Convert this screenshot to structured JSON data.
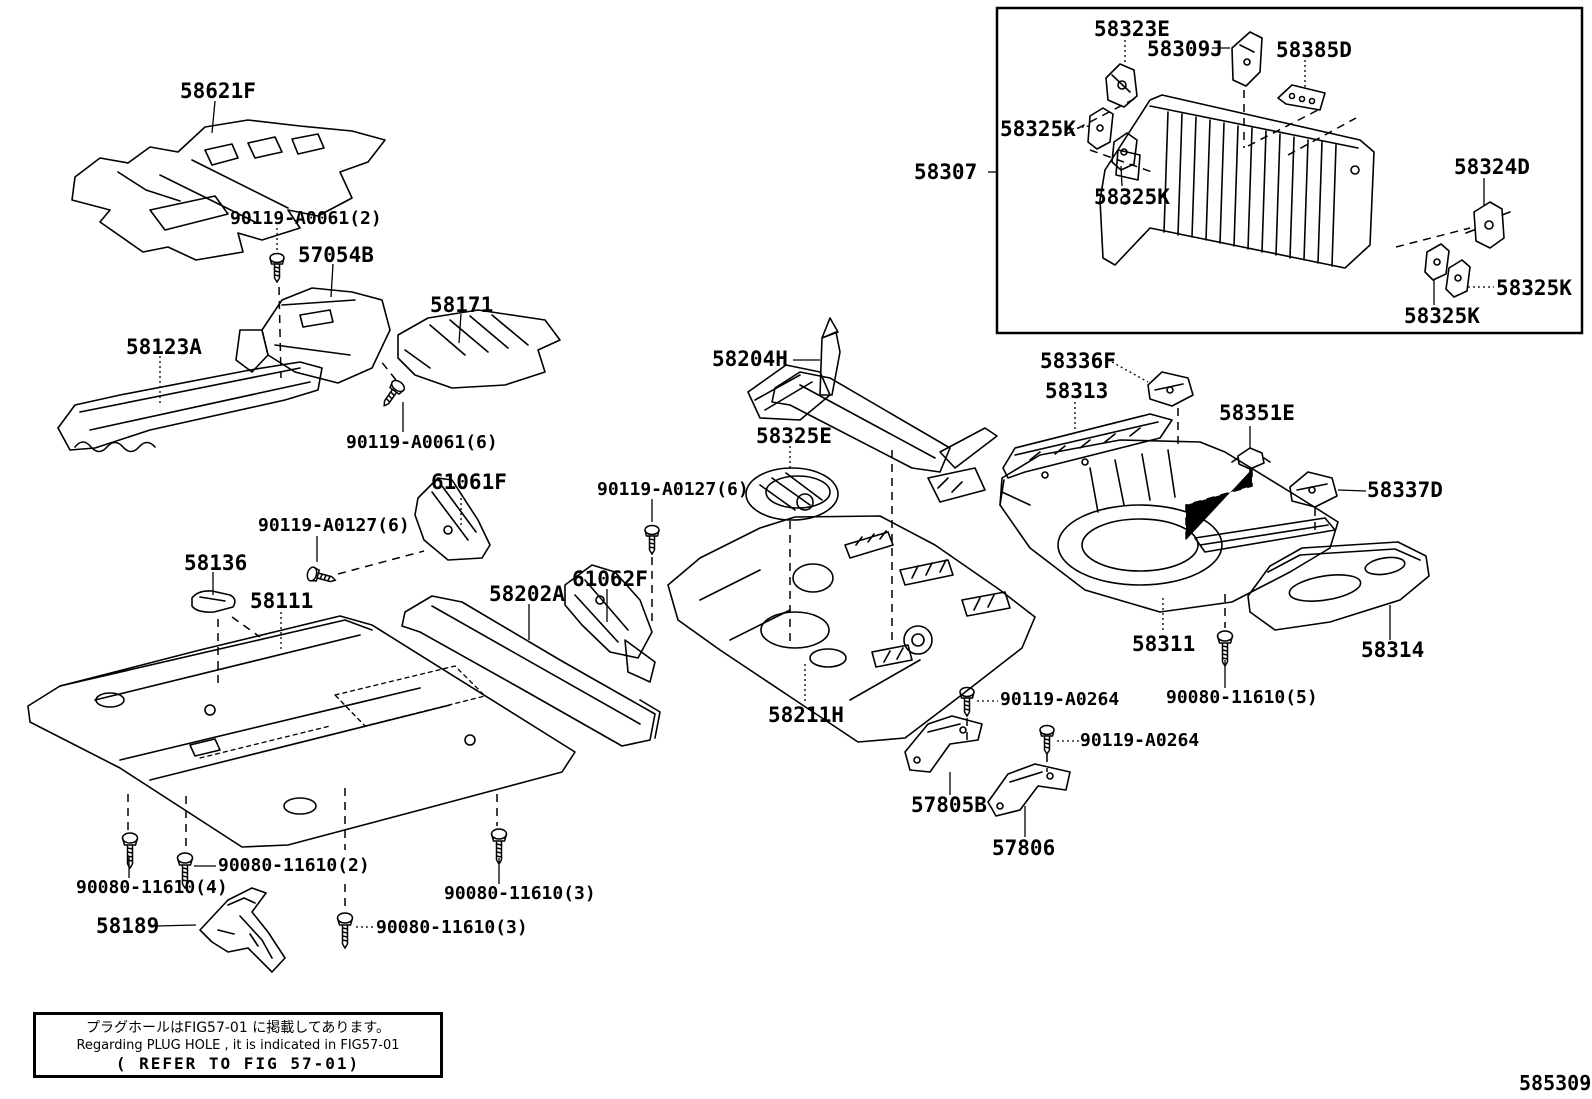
{
  "diagram": {
    "figure_code": "585309",
    "line_color": "#000000",
    "background_color": "#ffffff",
    "note": {
      "jp": "プラグホールはFIG57-01 に掲載してあります。",
      "en": "Regarding PLUG HOLE , it is indicated in FIG57-01",
      "ref": "( REFER TO FIG 57-01)"
    },
    "labels": {
      "p58621F": "58621F",
      "bolt_a0061_2": "90119-A0061(2)",
      "p57054B": "57054B",
      "p58123A": "58123A",
      "p58171": "58171",
      "bolt_a0061_6": "90119-A0061(6)",
      "p61061F": "61061F",
      "bolt_a0127_6_left": "90119-A0127(6)",
      "p58136": "58136",
      "p58111": "58111",
      "p58202A": "58202A",
      "p61062F": "61062F",
      "bolt_a0127_6_right": "90119-A0127(6)",
      "p58204H": "58204H",
      "p58325E": "58325E",
      "p58307": "58307",
      "p58323E": "58323E",
      "p58309J": "58309J",
      "p58385D": "58385D",
      "p58325K_a": "58325K",
      "p58325K_b": "58325K",
      "p58324D": "58324D",
      "p58325K_c": "58325K",
      "p58325K_d": "58325K",
      "p58336F": "58336F",
      "p58313": "58313",
      "p58351E": "58351E",
      "p58337D": "58337D",
      "p58311": "58311",
      "screw_11610_5": "90080-11610(5)",
      "p58314": "58314",
      "p58211H": "58211H",
      "bolt_a0264_a": "90119-A0264",
      "bolt_a0264_b": "90119-A0264",
      "p57805B": "57805B",
      "p57806": "57806",
      "screw_11610_2": "90080-11610(2)",
      "screw_11610_4": "90080-11610(4)",
      "p58189": "58189",
      "screw_11610_3_a": "90080-11610(3)",
      "screw_11610_3_b": "90080-11610(3)"
    }
  }
}
